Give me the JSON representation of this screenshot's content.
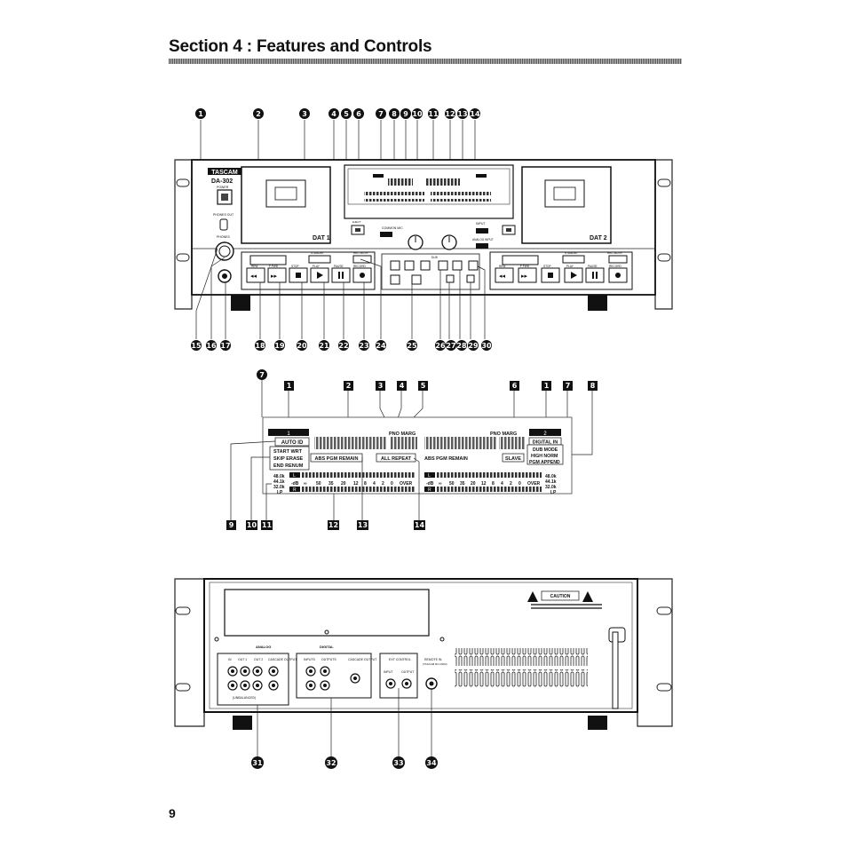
{
  "section_title": "Section 4 : Features and Controls",
  "page_number": "9",
  "front_panel": {
    "brand": "TASCAM",
    "model": "DA-302",
    "power_label": "POWER",
    "phones_out_label": "PHONES OUT",
    "phones_label": "PHONES",
    "deck1_label": "DAT 1",
    "deck2_label": "DAT 2",
    "eject_label": "EJECT",
    "common_mic_label": "COMMON MIC",
    "input_label": "INPUT",
    "analog_input_label": "ANALOG INPUT",
    "dub_label": "DUB",
    "standby_label": "STANDBY",
    "rec_mute_label": "REC MUTE",
    "rew_label": "REW",
    "ffwd_label": "F FWD",
    "stop_label": "STOP",
    "play_label": "PLAY",
    "pause_label": "PAUSE",
    "record_label": "RECORD",
    "callouts_top": [
      "1",
      "2",
      "3",
      "4",
      "5",
      "6",
      "7",
      "8",
      "9",
      "10",
      "11",
      "12",
      "13",
      "14"
    ],
    "callouts_bottom": [
      "15",
      "16",
      "17",
      "18",
      "19",
      "20",
      "21",
      "22",
      "23",
      "24",
      "25",
      "26",
      "27",
      "28",
      "29",
      "30"
    ]
  },
  "display_panel": {
    "callout_main": "7",
    "callouts_top": [
      "1",
      "2",
      "3",
      "4",
      "5",
      "6",
      "1",
      "7",
      "8"
    ],
    "callouts_bottom": [
      "9",
      "10",
      "11",
      "12",
      "13",
      "14"
    ],
    "deck1_tab": "1",
    "deck2_tab": "2",
    "pno_marg": "PNO MARG",
    "pno_marg_2": "PNO MARG",
    "auto_id": "AUTO ID",
    "start_wrt": "START WRT",
    "skip_erase": "SKIP ERASE",
    "end_renum": "END RENUM",
    "abs_pgm_remain_1": "ABS PGM REMAIN",
    "all_repeat": "ALL REPEAT",
    "abs_pgm_remain_2": "ABS PGM REMAIN",
    "slave": "SLAVE",
    "digital_in": "DIGITAL IN",
    "dub_mode": "DUB MODE",
    "high_norm": "HIGH NORM",
    "pgm_append": "PGM APPEND",
    "fs_1": [
      "48.0k",
      "44.1k",
      "32.0k",
      "LP"
    ],
    "fs_2": [
      "48.0k",
      "44.1k",
      "32.0k",
      "LP"
    ],
    "meter_scale_1": [
      "-dB",
      "∞",
      "50",
      "35",
      "20",
      "12",
      "8",
      "4",
      "2",
      "0",
      "OVER"
    ],
    "meter_scale_2": [
      "-dB",
      "∞",
      "50",
      "35",
      "20",
      "12",
      "8",
      "4",
      "2",
      "0",
      "OVER"
    ],
    "ch_l": "L",
    "ch_r": "R"
  },
  "rear_panel": {
    "analog_label": "ANALOG",
    "digital_label": "DIGITAL",
    "in_label": "IN",
    "out1_label": "OUT 1",
    "out2_label": "OUT 2",
    "cascade_output_label": "CASCADE OUTPUT",
    "unbalanced_label": "(UNBALANCED)",
    "inputs_label": "INPUTS",
    "outputs_label": "OUTPUTS",
    "ext_control_label": "EXT CONTROL",
    "input_label": "INPUT",
    "output_label": "OUTPUT",
    "remote_in_label": "REMOTE IN",
    "remote_sub": "(TASCAM RC-D302)",
    "caution_label": "CAUTION",
    "callouts": [
      "31",
      "32",
      "33",
      "34"
    ]
  }
}
